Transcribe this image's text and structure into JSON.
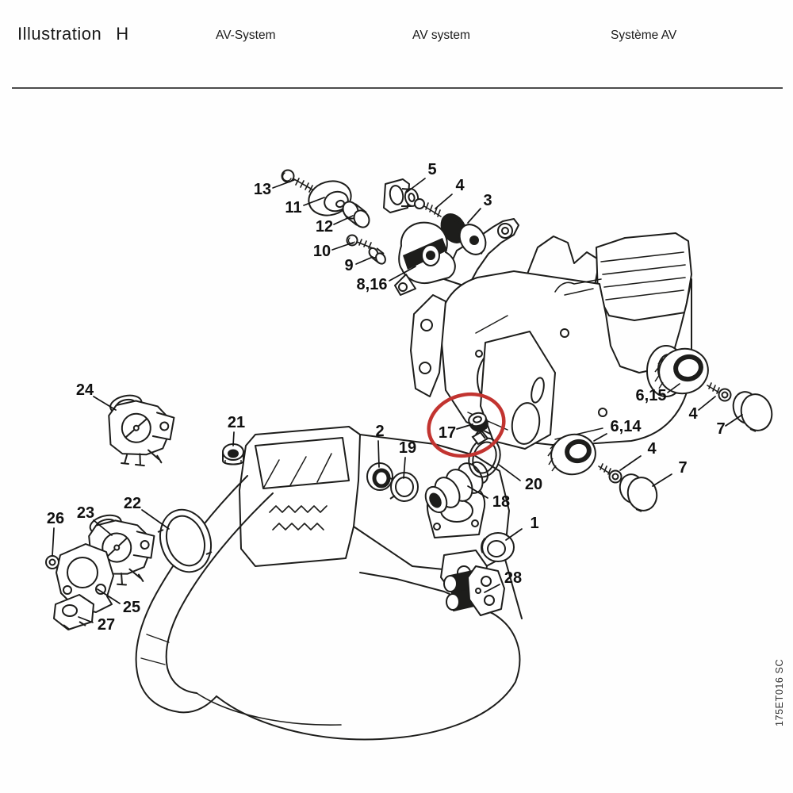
{
  "header": {
    "title": "Illustration",
    "figure": "H",
    "name_de": "AV-System",
    "name_en": "AV system",
    "name_fr": "Système AV"
  },
  "footer": {
    "drawing_code": "175ET016 SC"
  },
  "highlight": {
    "highlighted_part": "17",
    "color": "#c23430"
  },
  "line_color": "#1d1d1b",
  "callouts": [
    {
      "label": "13"
    },
    {
      "label": "11"
    },
    {
      "label": "12"
    },
    {
      "label": "10"
    },
    {
      "label": "9"
    },
    {
      "label": "8,16"
    },
    {
      "label": "5"
    },
    {
      "label": "4"
    },
    {
      "label": "3"
    },
    {
      "label": "6,15"
    },
    {
      "label": "4"
    },
    {
      "label": "7"
    },
    {
      "label": "6,14"
    },
    {
      "label": "4"
    },
    {
      "label": "7"
    },
    {
      "label": "20"
    },
    {
      "label": "18"
    },
    {
      "label": "17"
    },
    {
      "label": "19"
    },
    {
      "label": "2"
    },
    {
      "label": "21"
    },
    {
      "label": "24"
    },
    {
      "label": "22"
    },
    {
      "label": "23"
    },
    {
      "label": "26"
    },
    {
      "label": "25"
    },
    {
      "label": "27"
    },
    {
      "label": "1"
    },
    {
      "label": "28"
    }
  ]
}
